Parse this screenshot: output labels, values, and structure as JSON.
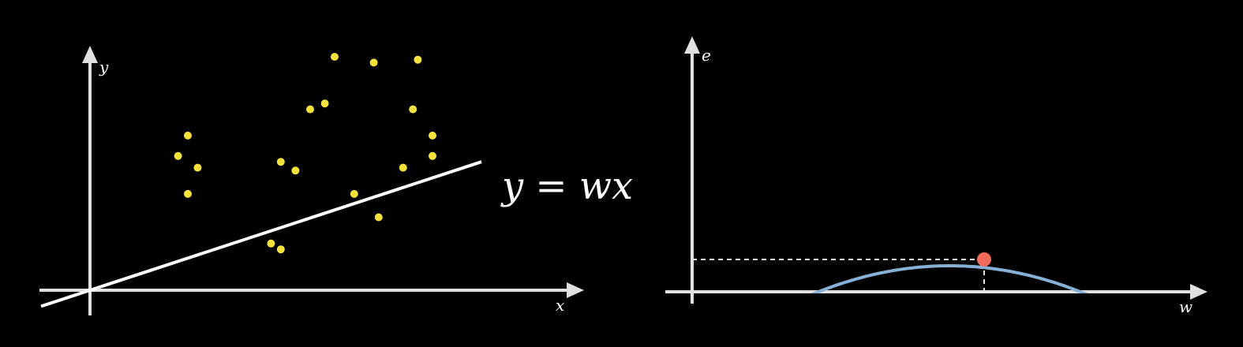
{
  "left_plot": {
    "x_axis_label": "x",
    "y_axis_label": "y",
    "points": [
      [
        0.2,
        0.53
      ],
      [
        0.18,
        0.46
      ],
      [
        0.22,
        0.42
      ],
      [
        0.2,
        0.33
      ],
      [
        0.37,
        0.16
      ],
      [
        0.39,
        0.14
      ],
      [
        0.39,
        0.44
      ],
      [
        0.42,
        0.41
      ],
      [
        0.45,
        0.62
      ],
      [
        0.48,
        0.64
      ],
      [
        0.5,
        0.8
      ],
      [
        0.58,
        0.78
      ],
      [
        0.54,
        0.33
      ],
      [
        0.59,
        0.25
      ],
      [
        0.64,
        0.42
      ],
      [
        0.66,
        0.62
      ],
      [
        0.67,
        0.79
      ],
      [
        0.7,
        0.53
      ],
      [
        0.7,
        0.46
      ]
    ],
    "line": {
      "slope": 0.55,
      "intercept": 0.0
    },
    "line_point_color": "#ffffff",
    "point_color": "#f7e23c"
  },
  "equation": "y = wx",
  "right_plot": {
    "x_axis_label": "w",
    "y_axis_label": "e",
    "curve_color": "#86b0d6",
    "minimum_marker_color": "#f26a5b"
  }
}
